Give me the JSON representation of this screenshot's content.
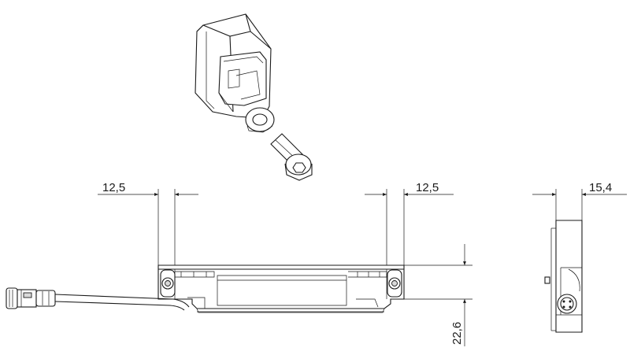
{
  "dimensions": {
    "left_offset": "12,5",
    "right_offset": "12,5",
    "side_width": "15,4",
    "height": "22,6"
  },
  "components": {
    "bracket": "mounting-bracket",
    "washer": "washer",
    "screw": "hex-socket-screw",
    "device": "sensor-housing",
    "cable": "cable",
    "connector": "m8-connector"
  }
}
